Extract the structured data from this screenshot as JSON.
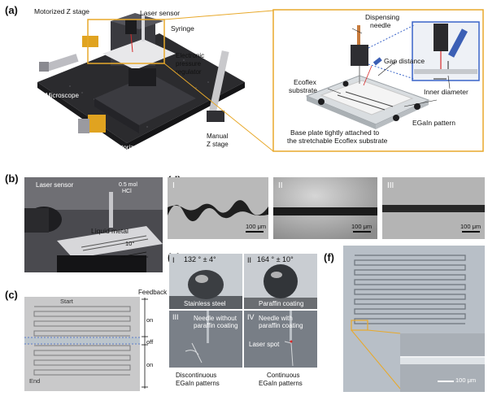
{
  "panels": {
    "a": {
      "label": "(a)",
      "left_labels": {
        "motorized_z": "Motorized Z stage",
        "laser_sensor": "Laser sensor",
        "syringe": "Syringe",
        "epr_line1": "Electronic",
        "epr_line2": "pressure",
        "epr_line3": "regulator",
        "microscope": "Microscope",
        "motorized_xy": "Motorized X & Y stages",
        "manual_z_line1": "Manual",
        "manual_z_line2": "Z stage"
      },
      "right_labels": {
        "dispensing_line1": "Dispensing",
        "dispensing_line2": "needle",
        "gap": "Gap distance",
        "ecoflex_line1": "Ecoflex",
        "ecoflex_line2": "substrate",
        "inner": "Inner diameter",
        "egain": "EGaIn pattern",
        "base_line1": "Base plate tightly attached to",
        "base_line2": "the stretchable Ecoflex substrate"
      }
    },
    "b": {
      "label": "(b)",
      "laser": "Laser sensor",
      "hcl_line1": "0.5 mol",
      "hcl_line2": "HCl",
      "liquid": "Liquid metal",
      "angle": "10°"
    },
    "c": {
      "label": "(c)",
      "feedback": "Feedback",
      "start": "Start",
      "end": "End",
      "on1": "on",
      "off": "off",
      "on2": "on"
    },
    "d": {
      "label": "(d)",
      "roman": [
        "I",
        "II",
        "III"
      ],
      "scale": "100 μm"
    },
    "e": {
      "label": "(e)",
      "top_left": {
        "roman": "I",
        "angle": "132 ° ± 4°",
        "caption": "Stainless steel"
      },
      "top_right": {
        "roman": "II",
        "angle": "164 ° ± 10°",
        "caption": "Paraffin coating"
      },
      "bottom_left": {
        "roman": "III",
        "needle_line1": "Needle without",
        "needle_line2": "paraffin coating",
        "caption_line1": "Discontinuous",
        "caption_line2": "EGaIn patterns"
      },
      "bottom_right": {
        "roman": "IV",
        "needle_line1": "Needle with",
        "needle_line2": "paraffin coating",
        "laser": "Laser spot",
        "caption_line1": "Continuous",
        "caption_line2": "EGaIn patterns"
      }
    },
    "f": {
      "label": "(f)",
      "scale": "100 μm"
    }
  },
  "colors": {
    "callout": "#e8a92b",
    "inset_border": "#3a64c8",
    "laser": "#d62828"
  }
}
